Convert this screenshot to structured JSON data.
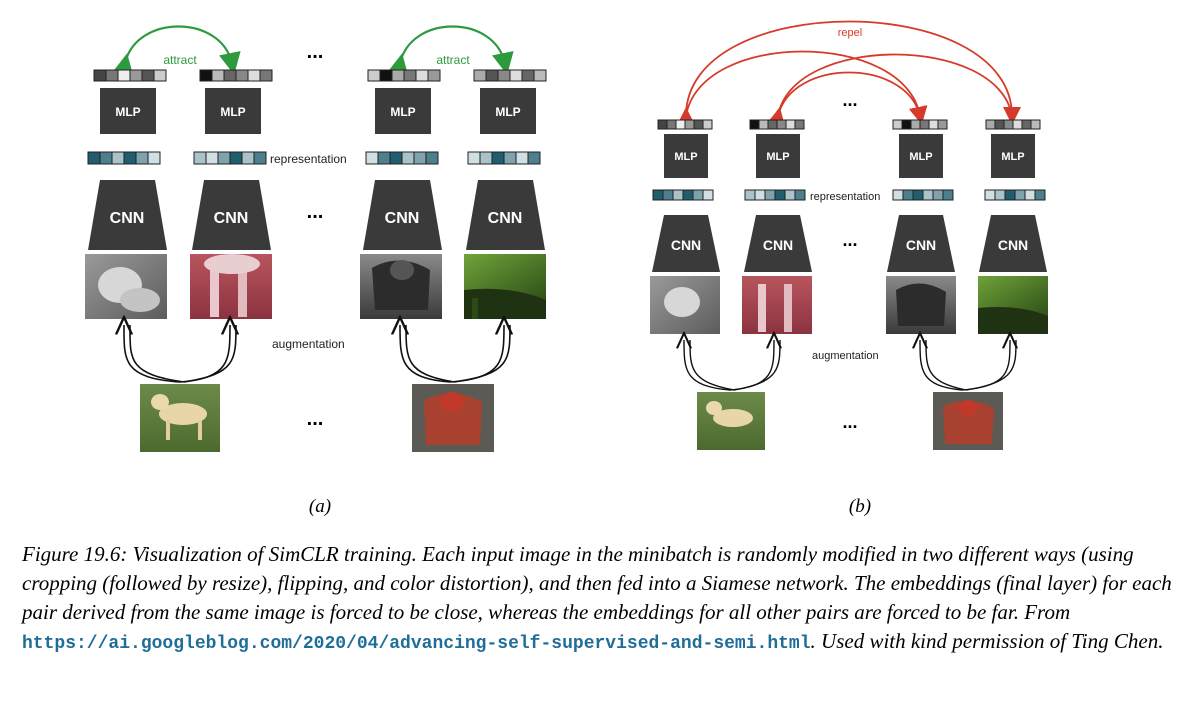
{
  "figure": {
    "panel_a_label": "(a)",
    "panel_b_label": "(b)",
    "attract_label": "attract",
    "repel_label": "repel",
    "representation_label": "representation",
    "augmentation_label": "augmentation",
    "mlp_label": "MLP",
    "cnn_label": "CNN",
    "ellipsis": "...",
    "colors": {
      "block": "#3a3a3a",
      "attract": "#2e9a3e",
      "repel": "#d63a2a",
      "teal": "#1f5d6f",
      "link": "#1f6d99"
    }
  },
  "caption": {
    "text_1": "Figure 19.6: Visualization of SimCLR training. Each input image in the minibatch is randomly modified in two different ways (using cropping (followed by resize), flipping, and color distortion), and then fed into a Siamese network. The embeddings (final layer) for each pair derived from the same image is forced to be close, whereas the embeddings for all other pairs are forced to be far. From ",
    "url": "https://ai.googleblog.com/2020/04/advancing-self-supervised-and-semi.html",
    "text_2": ". Used with kind permission of Ting Chen."
  }
}
